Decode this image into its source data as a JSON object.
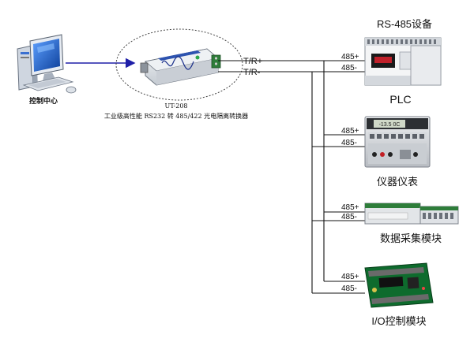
{
  "computer": {
    "label": "控制中心"
  },
  "converter": {
    "model": "UT-208",
    "description": "工业级高性能 RS232 转 485/422 光电隔离转换器",
    "pin_pos": "T/R+",
    "pin_neg": "T/R-"
  },
  "devices": {
    "title": "RS-485设备",
    "bus_pos": "485+",
    "bus_neg": "485-",
    "plc": "PLC",
    "meter": "仪器仪表",
    "daq": "数据采集模块",
    "io": "I/O控制模块",
    "meter_display": "-13.5 0C"
  },
  "colors": {
    "link_arrow": "#1f1fa8",
    "wire": "#111111",
    "monitor_screen": "#1a5fc4",
    "converter_body": "#d9dde2",
    "converter_accent": "#2d53b0",
    "pcb_green": "#0e6b2d"
  }
}
